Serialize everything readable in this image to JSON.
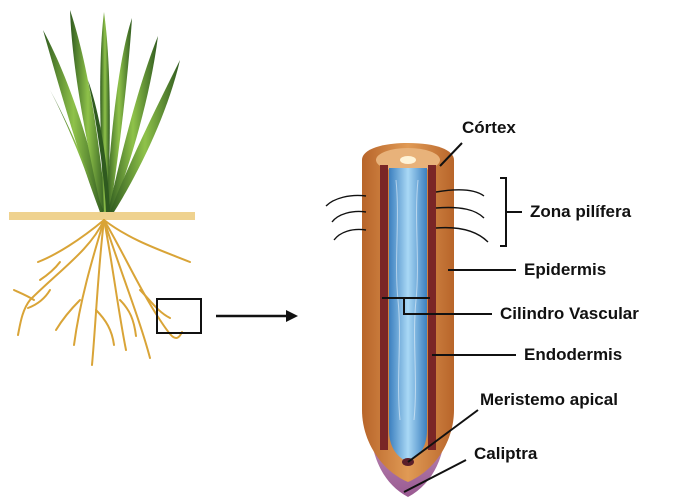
{
  "labels": {
    "cortex": "Córtex",
    "zona_pilifera": "Zona pilífera",
    "epidermis": "Epidermis",
    "cilindro_vascular": "Cilindro Vascular",
    "endodermis": "Endodermis",
    "meristemo_apical": "Meristemo apical",
    "caliptra": "Caliptra"
  },
  "colors": {
    "leaf_dark": "#2f5a1f",
    "leaf_light": "#8fc24a",
    "soil_line": "#efd28f",
    "root": "#d9a437",
    "cortex": "#c97b3a",
    "vascular": "#5aa7dc",
    "endodermis": "#8b2f2f",
    "cap": "#b07aa8"
  }
}
